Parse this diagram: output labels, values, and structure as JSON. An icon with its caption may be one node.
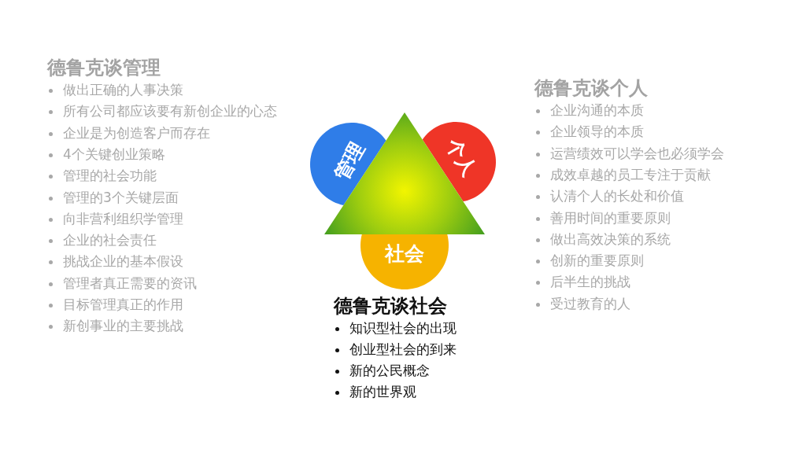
{
  "diagram": {
    "nodes": [
      {
        "text": [
          "管理"
        ]
      },
      {
        "text": [
          "个人"
        ]
      },
      {
        "text": [
          "社会"
        ]
      },
      {
        "text": [],
        "shape": "triangle"
      }
    ],
    "edges": [],
    "labels": [
      "德鲁克谈管理",
      "做出正确的人事决策",
      "所有公司都应该要有新创企业的心态",
      "企业是为创造客户而存在",
      "4个关键创业策略",
      "管理的社会功能",
      "管理的3个关键层面",
      "向非营利组织学管理",
      "企业的社会责任",
      "挑战企业的基本假设",
      "管理者真正需要的资讯",
      "目标管理真正的作用",
      "新创事业的主要挑战",
      "德鲁克谈个人",
      "企业沟通的本质",
      "企业领导的本质",
      "运营绩效可以学会也必须学会",
      "成效卓越的员工专注于贡献",
      "认清个人的长处和价值",
      "善用时间的重要原则",
      "做出高效决策的系统",
      "创新的重要原则",
      "后半生的挑战",
      "受过教育的人",
      "德鲁克谈社会",
      "知识型社会的出现",
      "创业型社会的到来",
      "新的公民概念",
      "新的世界观"
    ]
  }
}
